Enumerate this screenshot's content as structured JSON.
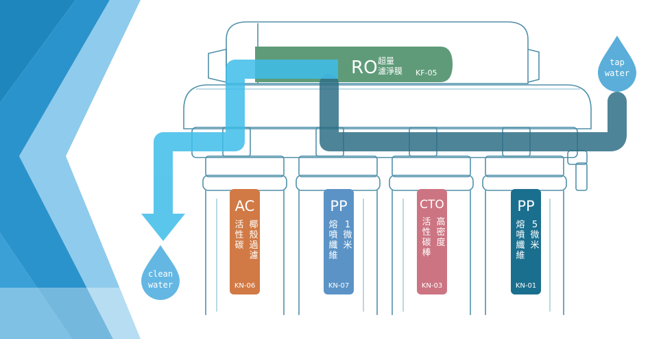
{
  "colors": {
    "outline": "#4f8fa8",
    "outline_light": "#a9cfdd",
    "chevron_dark": "#1f86bd",
    "chevron_mid": "#3aa0d6",
    "chevron_light": "#8fcbec",
    "clean_pipe": "#3fbde9",
    "tap_pipe": "#2f6f86",
    "ro_bar": "#5f9b79",
    "drop_clean": "#64b7e3",
    "drop_tap": "#5aaed9"
  },
  "ro_membrane": {
    "code": "RO",
    "name_line1": "超量",
    "name_line2": "濾淨膜",
    "model": "KF-05"
  },
  "drops": {
    "tap": {
      "line1": "tap",
      "line2": "water"
    },
    "clean": {
      "line1": "clean",
      "line2": "water"
    }
  },
  "cartridges": [
    {
      "code": "AC",
      "col1": "活性碳",
      "col2": "椰殼過濾",
      "model": "KN-06",
      "color": "#d17a45"
    },
    {
      "code": "PP",
      "col1": "熔噴纖維",
      "col2": "1微米",
      "model": "KN-07",
      "color": "#5b93c7"
    },
    {
      "code": "CTO",
      "col1": "活性碳棒",
      "col2": "高密度",
      "model": "KN-03",
      "color": "#cc7482"
    },
    {
      "code": "PP",
      "col1": "熔噴纖維",
      "col2": "5微米",
      "model": "KN-01",
      "color": "#1a6f8f"
    }
  ]
}
